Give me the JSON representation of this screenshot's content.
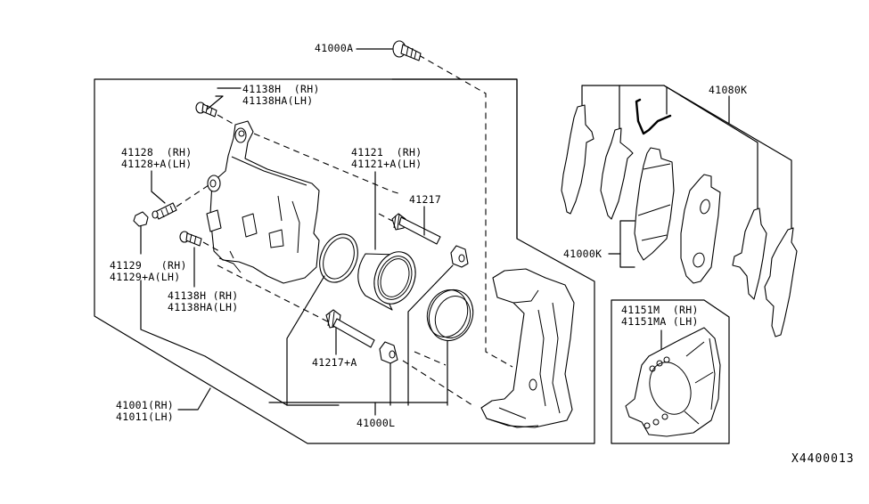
{
  "diagram": {
    "title": "Front Brake Caliper Assembly",
    "reference_code": "X4400013",
    "callouts": {
      "mount_bolt": {
        "part": "41000A"
      },
      "pin_bolt_upper": {
        "rh": "41138H  (RH)",
        "lh": "41138HA(LH)"
      },
      "bleeder_screw": {
        "rh": "41128  (RH)",
        "lh": "41128+A(LH)"
      },
      "bleeder_cap": {
        "rh": "41129   (RH)",
        "lh": "41129+A(LH)"
      },
      "pin_bolt_lower": {
        "rh": "41138H (RH)",
        "lh": "41138HA(LH)"
      },
      "piston": {
        "rh": "41121  (RH)",
        "lh": "41121+A(LH)"
      },
      "guide_pin": {
        "part": "41217"
      },
      "guide_pin_a": {
        "part": "41217+A"
      },
      "seal_kit": {
        "part": "41000L"
      },
      "caliper_assy": {
        "rh": "41001(RH)",
        "lh": "41011(LH)"
      },
      "pad_hardware_kit": {
        "part": "41080K"
      },
      "pad_kit": {
        "part": "41000K"
      },
      "backing_plate": {
        "rh": "41151M  (RH)",
        "lh": "41151MA (LH)"
      }
    }
  }
}
